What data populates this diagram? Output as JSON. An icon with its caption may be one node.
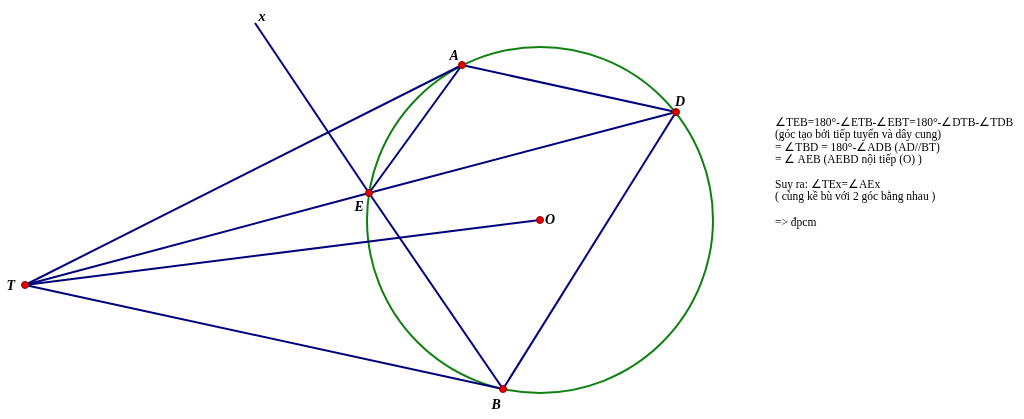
{
  "diagram": {
    "nodes": [
      {
        "text": [
          "x"
        ]
      },
      {
        "text": [
          "A"
        ]
      },
      {
        "text": [
          "D"
        ]
      },
      {
        "text": [
          "E"
        ]
      },
      {
        "text": [
          "O"
        ]
      },
      {
        "text": [
          "T"
        ]
      },
      {
        "text": [
          "B"
        ]
      }
    ],
    "edges": [
      {
        "from": 5,
        "to": 1,
        "arrow": "none"
      },
      {
        "from": 5,
        "to": 3,
        "arrow": "none"
      },
      {
        "from": 3,
        "to": 2,
        "arrow": "none"
      },
      {
        "from": 5,
        "to": 4,
        "arrow": "none"
      },
      {
        "from": 5,
        "to": 6,
        "arrow": "none"
      },
      {
        "from": 1,
        "to": 3,
        "arrow": "none"
      },
      {
        "from": 1,
        "to": 2,
        "arrow": "none"
      },
      {
        "from": 2,
        "to": 6,
        "arrow": "none"
      },
      {
        "from": 3,
        "to": 0,
        "arrow": "none"
      },
      {
        "from": 3,
        "to": 6,
        "arrow": "none"
      }
    ],
    "labels": [
      "∠TEB=180°-∠ETB-∠EBT=180°-∠DTB-∠TDB",
      "(góc tạo bởi tiếp tuyến và dây cung)",
      "= ∠TBD = 180°-∠ADB (AD//BT)",
      "= ∠ AEB (AEBD nội tiếp (O) )",
      "Suy ra: ∠TEx=∠AEx",
      "( cùng kề bù với 2 góc bằng nhau )",
      "=> đpcm"
    ]
  }
}
